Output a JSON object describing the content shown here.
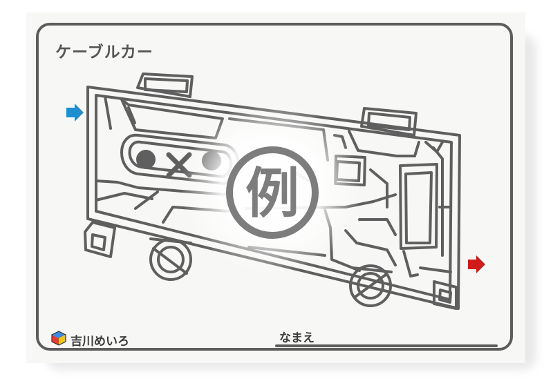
{
  "puzzle": {
    "title": "ケーブルカー",
    "example_mark": "例",
    "author": "吉川めいろ",
    "name_label": "なまえ"
  },
  "colors": {
    "maze_line": "#5f5f5f",
    "start_arrow": "#1e8fd1",
    "goal_arrow": "#d11b1b",
    "frame": "#5d5d5d",
    "paper": "#f7f7f5"
  },
  "icons": {
    "start": "right-arrow-icon",
    "goal": "right-arrow-icon",
    "logo": "cube-logo-icon"
  }
}
